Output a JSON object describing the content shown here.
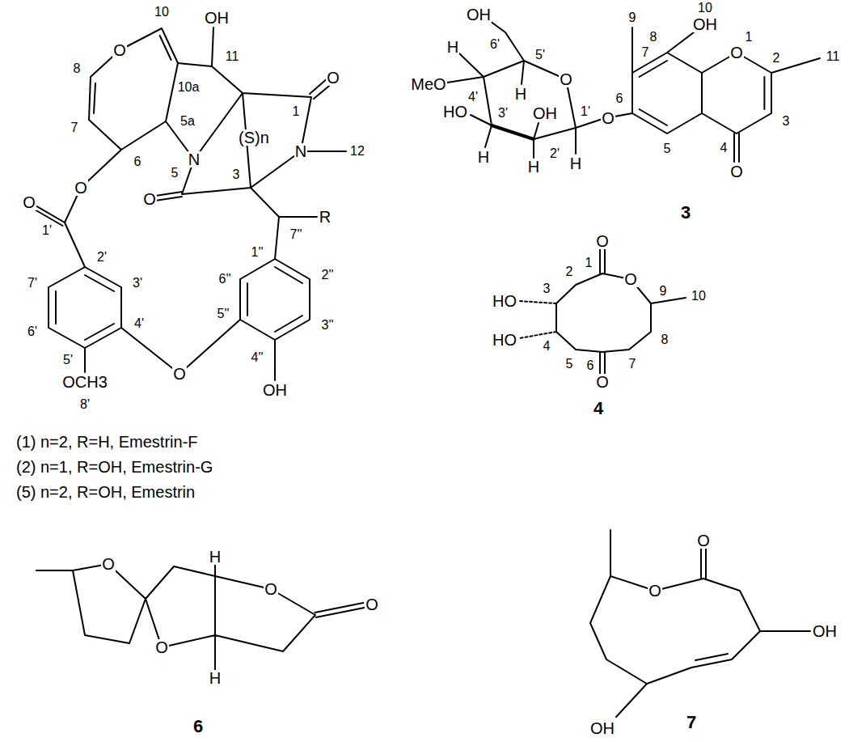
{
  "diagram": {
    "labels": [
      "10",
      "OH",
      "O",
      "8",
      "10a",
      "11",
      "7",
      "5a",
      "6",
      "N",
      "5",
      "(S)n",
      "O",
      "1",
      "N",
      "12",
      "3",
      "O",
      "O",
      "O",
      "1'",
      "7''",
      "R",
      "2'",
      "7'",
      "3'",
      "6'",
      "4'",
      "5'",
      "O",
      "5''",
      "4''",
      "3''",
      "2''",
      "1''",
      "6''",
      "OCH3",
      "8'",
      "OH",
      "(1) n=2, R=H, Emestrin-F",
      "(2) n=1, R=OH, Emestrin-G",
      "(5) n=2, R=OH, Emestrin",
      "OH",
      "6'",
      "H",
      "MeO",
      "4'",
      "5'",
      "H",
      "O",
      "HO",
      "3'",
      "OH",
      "1'",
      "H",
      "2'",
      "H",
      "H",
      "O",
      "9",
      "10",
      "OH",
      "7",
      "8",
      "6",
      "1",
      "O",
      "2",
      "11",
      "3",
      "5",
      "4",
      "O",
      "3",
      "O",
      "1",
      "2",
      "O",
      "HO",
      "3",
      "9",
      "10",
      "4",
      "6",
      "8",
      "HO",
      "5",
      "7",
      "O",
      "4",
      "O",
      "H",
      "O",
      "O",
      "O",
      "H",
      "6",
      "O",
      "O",
      "OH",
      "OH",
      "7"
    ]
  }
}
